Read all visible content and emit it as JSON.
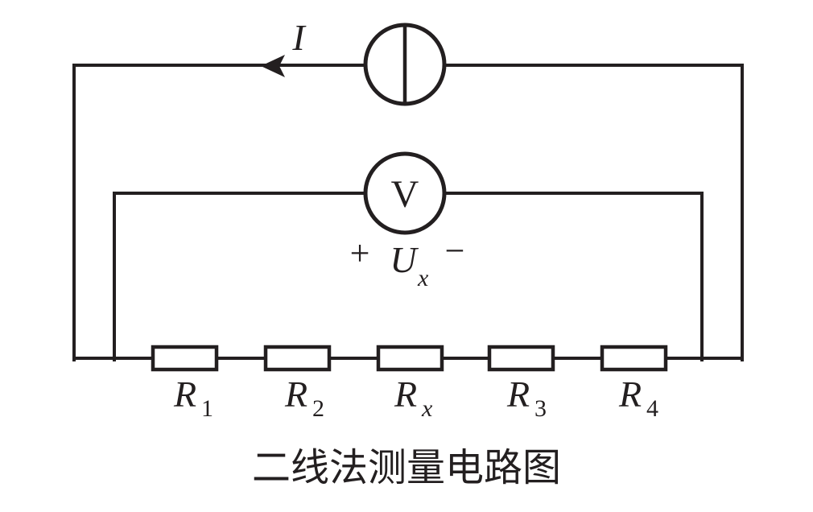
{
  "diagram": {
    "type": "circuit",
    "caption": "二线法测量电路图",
    "labels": {
      "current": "I",
      "voltmeter": "V",
      "plus": "+",
      "minus": "−",
      "voltage": "U",
      "voltage_sub": "x"
    },
    "resistors": [
      {
        "symbol": "R",
        "sub": "1"
      },
      {
        "symbol": "R",
        "sub": "2"
      },
      {
        "symbol": "R",
        "sub": "x"
      },
      {
        "symbol": "R",
        "sub": "3"
      },
      {
        "symbol": "R",
        "sub": "4"
      }
    ],
    "colors": {
      "line": "#231f20",
      "background": "#ffffff"
    }
  }
}
